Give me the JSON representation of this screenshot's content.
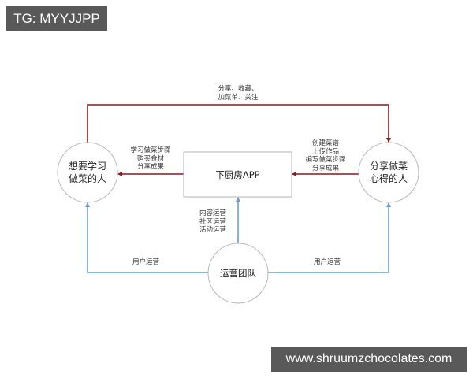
{
  "watermarks": {
    "top_left": "TG: MYYJJPP",
    "bottom_right": "www.shruumzchocolates.com"
  },
  "colors": {
    "red_edge": "#8b1a1a",
    "blue_edge": "#6f9fc4",
    "node_border": "#b5b5b5",
    "badge_bg": "#595959"
  },
  "nodes": {
    "learner": {
      "line1": "想要学习",
      "line2": "做菜的人"
    },
    "sharer": {
      "line1": "分享做菜",
      "line2": "心得的人"
    },
    "app": {
      "label": "下厨房APP"
    },
    "ops_team": {
      "label": "运营团队"
    }
  },
  "edges": {
    "sharer_to_learner_top": {
      "line1": "分享、收藏、",
      "line2": "加菜单、关注"
    },
    "app_to_learner": {
      "line1": "学习做菜步骤",
      "line2": "购买食材",
      "line3": "分享成果"
    },
    "sharer_to_app": {
      "line1": "创建菜谱",
      "line2": "上传作品",
      "line3": "编写做菜步骤",
      "line4": "分享成果"
    },
    "ops_to_app": {
      "line1": "内容运营",
      "line2": "社区运营",
      "line3": "活动运营"
    },
    "ops_to_learner": {
      "label": "用户运营"
    },
    "ops_to_sharer": {
      "label": "用户运营"
    }
  }
}
